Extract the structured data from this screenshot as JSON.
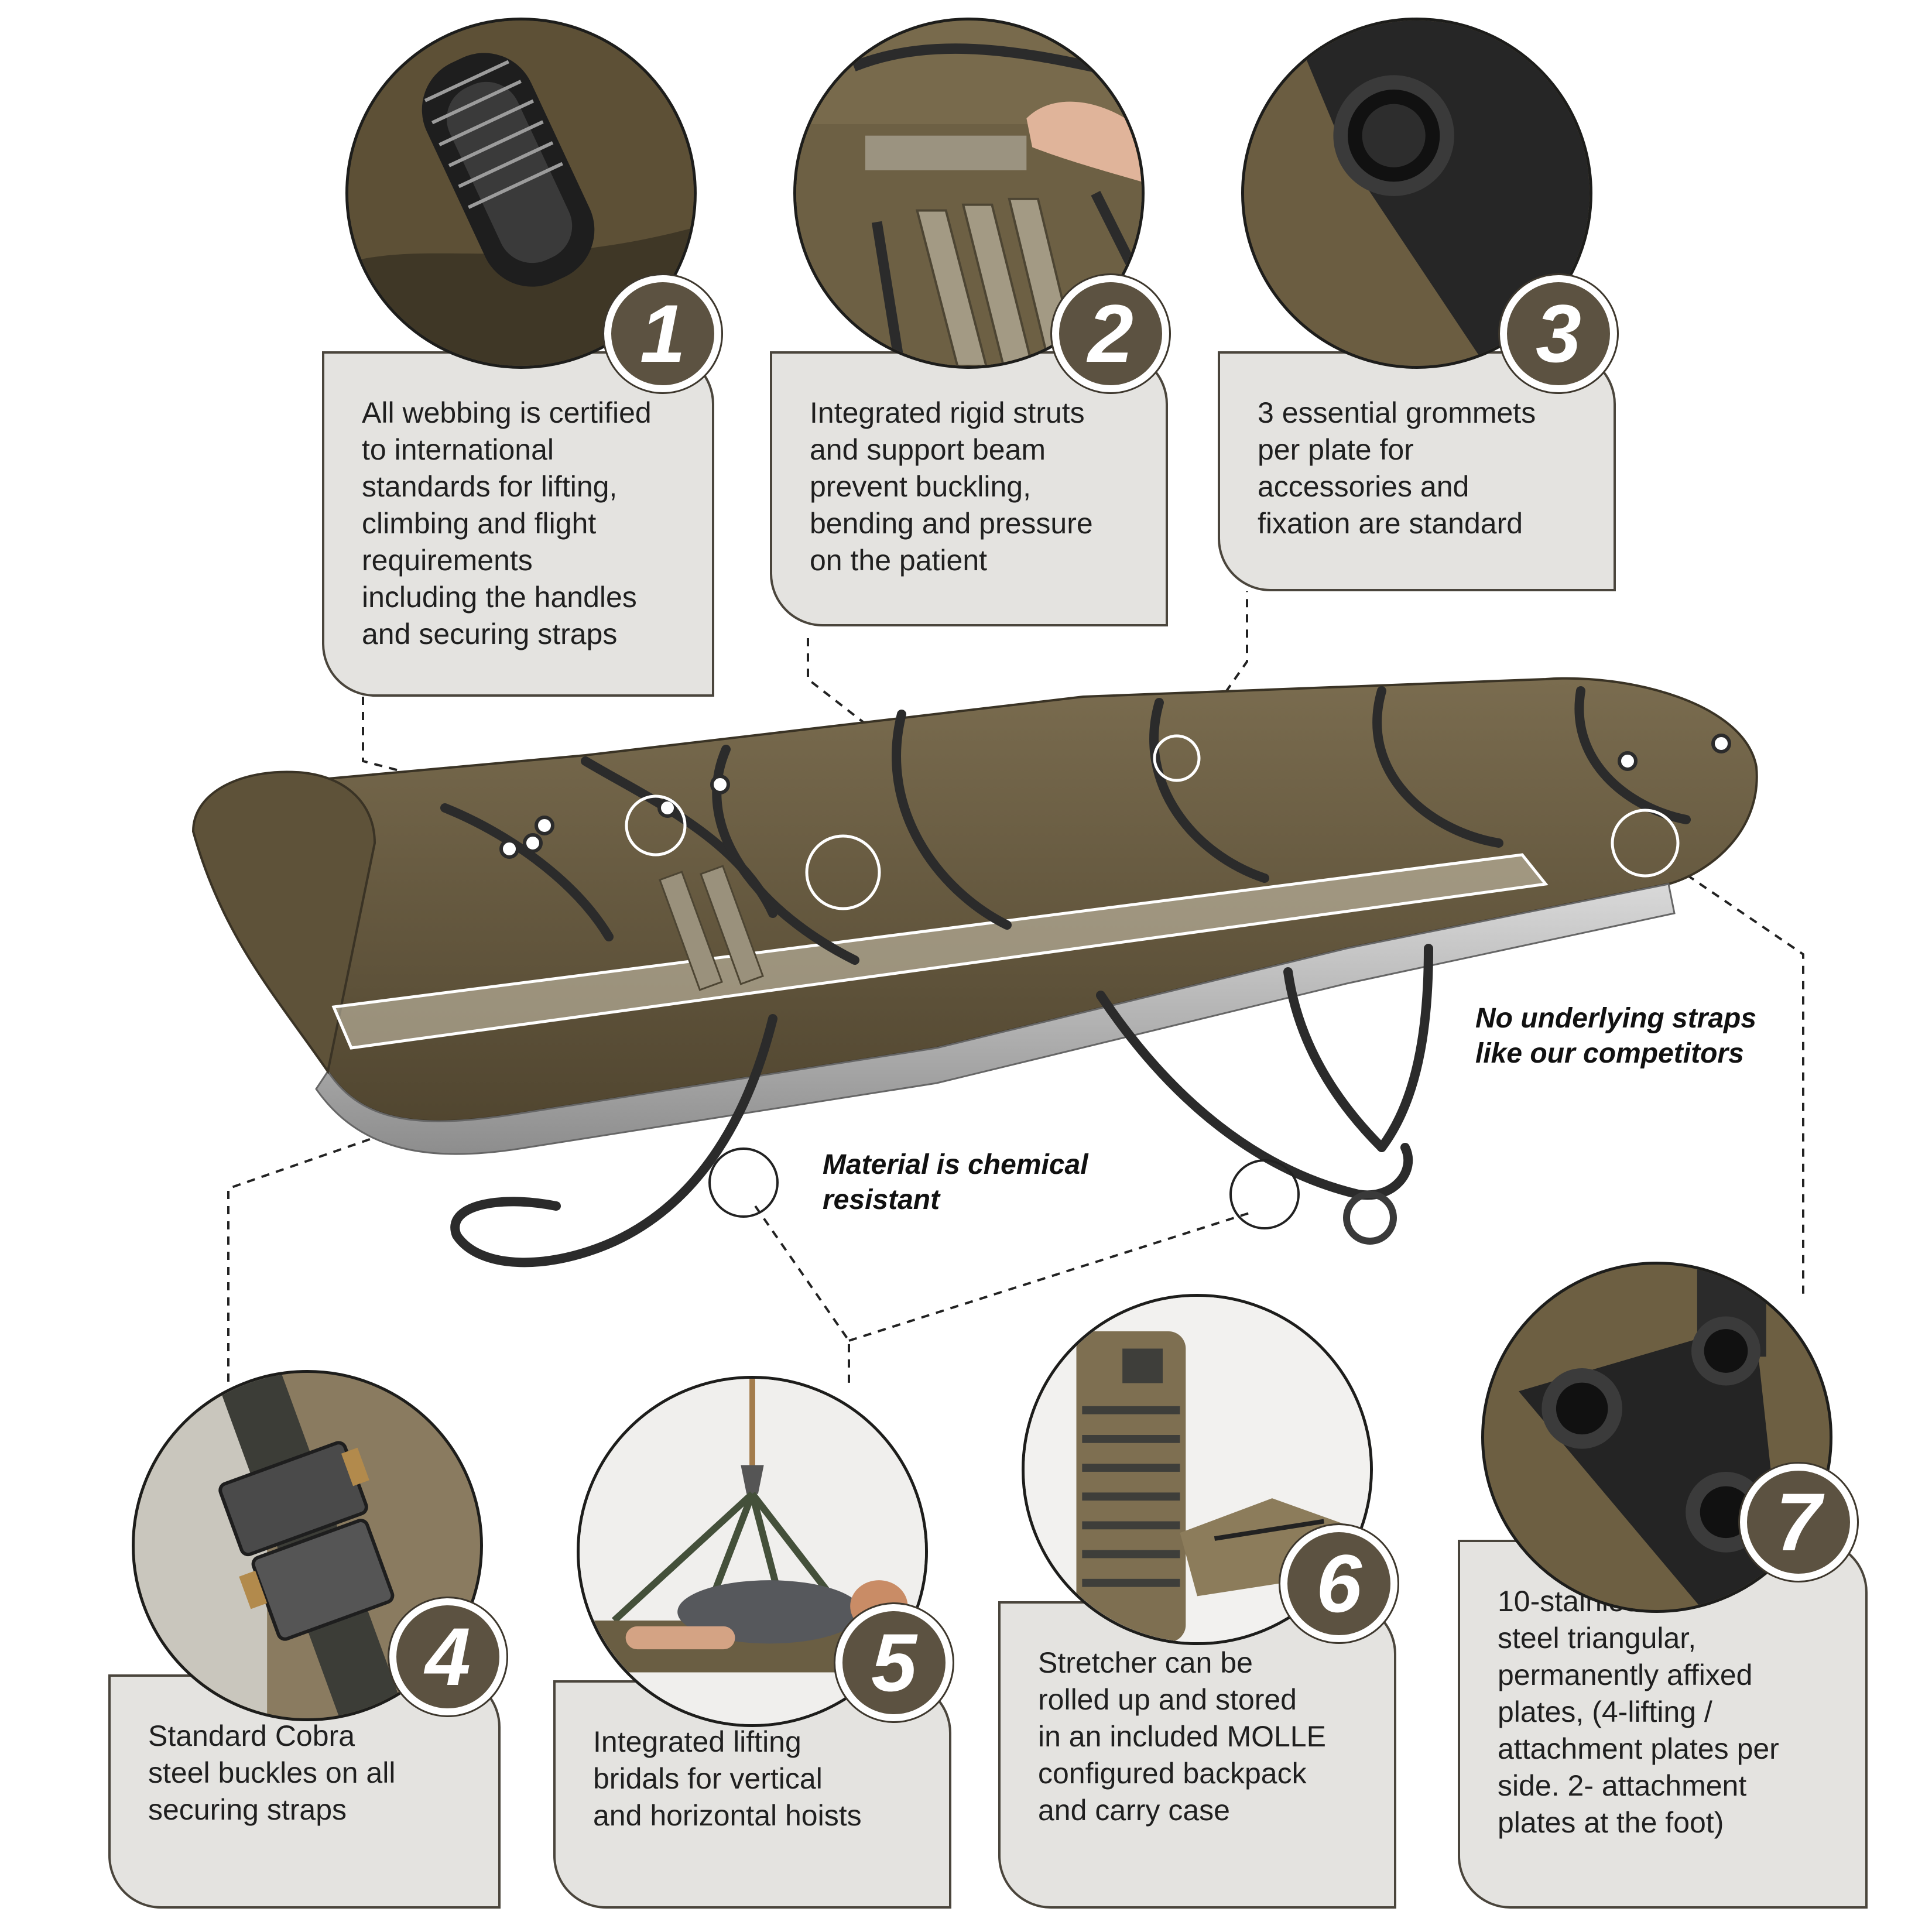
{
  "features": [
    {
      "number": "1",
      "text": "All webbing is certified\nto international\nstandards for lifting,\nclimbing and flight\nrequirements\nincluding the handles\nand securing straps",
      "icon": "webbing-loop-icon"
    },
    {
      "number": "2",
      "text": "Integrated rigid struts\nand support beam\nprevent buckling,\nbending and pressure\non the patient",
      "icon": "struts-icon"
    },
    {
      "number": "3",
      "text": "3 essential grommets\nper plate for\naccessories and\nfixation are standard",
      "icon": "grommet-icon"
    },
    {
      "number": "4",
      "text": "Standard Cobra\nsteel buckles on all\nsecuring straps",
      "icon": "buckle-icon"
    },
    {
      "number": "5",
      "text": "Integrated lifting\nbridals for vertical\nand horizontal hoists",
      "icon": "hoist-icon"
    },
    {
      "number": "6",
      "text": "Stretcher can be\nrolled up and stored\nin an included MOLLE\nconfigured backpack\nand carry case",
      "icon": "backpack-icon"
    },
    {
      "number": "7",
      "text": "10-stainless\nsteel triangular,\npermanently affixed\nplates, (4-lifting /\nattachment plates per\nside. 2- attachment\nplates at the foot)",
      "icon": "triangle-plate-icon"
    }
  ],
  "notes": {
    "chemical": "Material is chemical\nresistant",
    "straps": "No underlying straps\nlike our competitors"
  },
  "colors": {
    "badge": "#5c5241",
    "text_box_bg": "#e4e3e0",
    "stretcher_olive": "#6b5e44",
    "webbing": "#2b2b2b"
  }
}
